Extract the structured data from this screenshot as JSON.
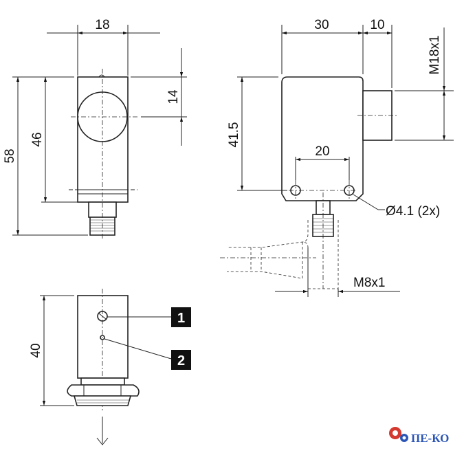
{
  "dimensions": {
    "front_width": "18",
    "front_height_total": "58",
    "front_height_body": "46",
    "front_lens_offset": "14",
    "side_depth": "30",
    "side_connector_length": "10",
    "side_connector_thread": "M18x1",
    "side_height": "41.5",
    "side_hole_spacing": "20",
    "side_hole_diameter": "Ø4.1 (2x)",
    "cable_thread": "M8x1",
    "bottom_height": "40"
  },
  "callouts": [
    {
      "number": "1"
    },
    {
      "number": "2"
    }
  ],
  "logo": {
    "text": "ПЕ-КО"
  },
  "colors": {
    "line": "#222222",
    "tag": "#111111",
    "logo_blue": "#2b55b5",
    "logo_red": "#d43a2f"
  }
}
